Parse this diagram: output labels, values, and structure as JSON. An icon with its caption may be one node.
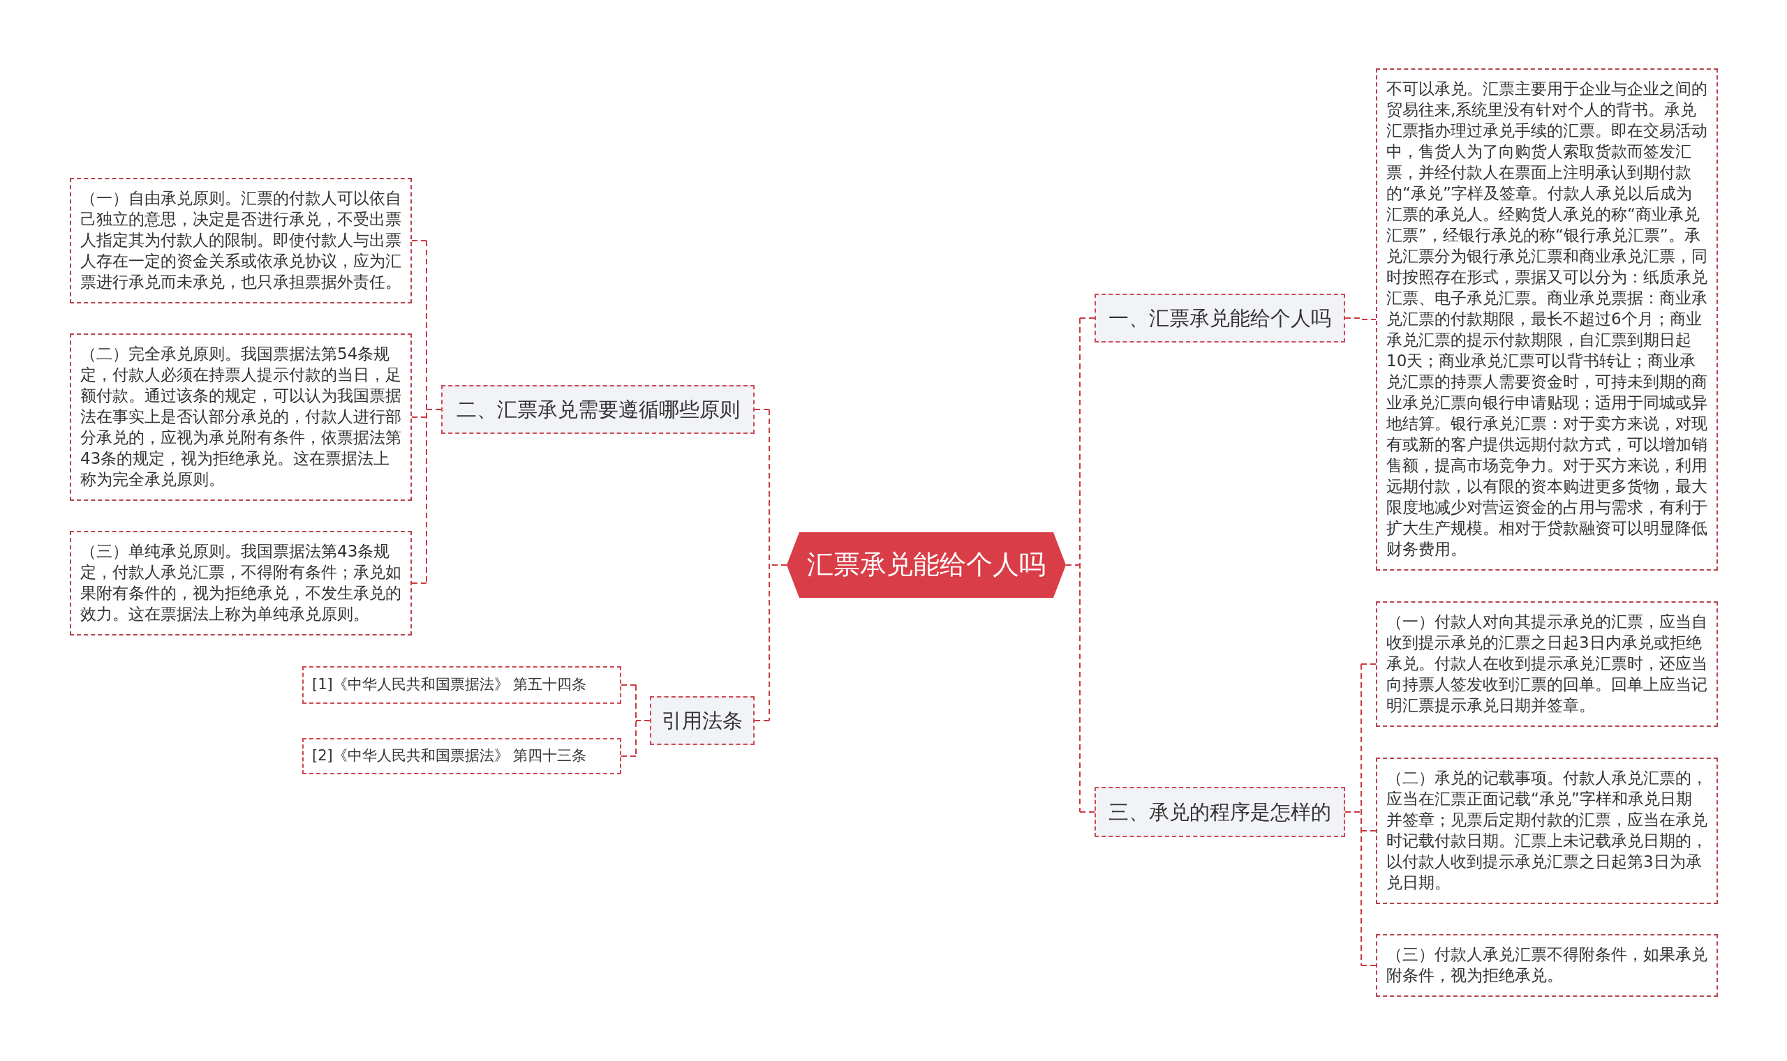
{
  "diagram": {
    "nodes": [
      {
        "text": [
          "汇票承兑能给个人吗"
        ]
      },
      {
        "text": [
          "一、汇票承兑能给个人吗"
        ]
      },
      {
        "text": [
          "不可以承兑。汇票主要用于企业与企业之间的贸易往来,系统里没有针对个人的背书。承兑汇票指办理过承兑手续的汇票。即在交易活动中，售货人为了向购货人索取货款而签发汇票，并经付款人在票面上注明承认到期付款的“承兑”字样及签章。付款人承兑以后成为汇票的承兑人。经购货人承兑的称“商业承兑汇票”，经银行承兑的称“银行承兑汇票”。承兑汇票分为银行承兑汇票和商业承兑汇票，同时按照存在形式，票据又可以分为：纸质承兑汇票、电子承兑汇票。商业承兑票据：商业承兑汇票的付款期限，最长不超过6个月；商业承兑汇票的提示付款期限，自汇票到期日起10天；商业承兑汇票可以背书转让；商业承兑汇票的持票人需要资金时，可持未到期的商业承兑汇票向银行申请贴现；适用于同城或异地结算。银行承兑汇票：对于卖方来说，对现有或新的客户提供远期付款方式，可以增加销售额，提高市场竞争力。对于买方来说，利用远期付款，以有限的资本购进更多货物，最大限度地减少对营运资金的占用与需求，有利于扩大生产规模。相对于贷款融资可以明显降低财务费用。"
        ]
      },
      {
        "text": [
          "二、汇票承兑需要遵循哪些原则"
        ]
      },
      {
        "text": [
          "（一）自由承兑原则。汇票的付款人可以依自己独立的意思，决定是否进行承兑，不受出票人指定其为付款人的限制。即使付款人与出票人存在一定的资金关系或依承兑协议，应为汇票进行承兑而未承兑，也只承担票据外责任。"
        ]
      },
      {
        "text": [
          "（二）完全承兑原则。我国票据法第54条规定，付款人必须在持票人提示付款的当日，足额付款。通过该条的规定，可以认为我国票据法在事实上是否认部分承兑的，付款人进行部分承兑的，应视为承兑附有条件，依票据法第43条的规定，视为拒绝承兑。这在票据法上称为完全承兑原则。"
        ]
      },
      {
        "text": [
          "（三）单纯承兑原则。我国票据法第43条规定，付款人承兑汇票，不得附有条件；承兑如果附有条件的，视为拒绝承兑，不发生承兑的效力。这在票据法上称为单纯承兑原则。"
        ]
      },
      {
        "text": [
          "引用法条"
        ]
      },
      {
        "text": [
          "[1]《中华人民共和国票据法》 第五十四条"
        ]
      },
      {
        "text": [
          "[2]《中华人民共和国票据法》 第四十三条"
        ]
      },
      {
        "text": [
          "三、承兑的程序是怎样的"
        ]
      },
      {
        "text": [
          "（一）付款人对向其提示承兑的汇票，应当自收到提示承兑的汇票之日起3日内承兑或拒绝承兑。付款人在收到提示承兑汇票时，还应当向持票人签发收到汇票的回单。回单上应当记明汇票提示承兑日期并签章。"
        ]
      },
      {
        "text": [
          "（二）承兑的记载事项。付款人承兑汇票的，应当在汇票正面记载“承兑”字样和承兑日期并签章；见票后定期付款的汇票，应当在承兑时记载付款日期。汇票上未记载承兑日期的，以付款人收到提示承兑汇票之日起第3日为承兑日期。"
        ]
      },
      {
        "text": [
          "（三）付款人承兑汇票不得附条件，如果承兑附条件，视为拒绝承兑。"
        ]
      }
    ],
    "edges": [
      {
        "from": 0,
        "to": 1,
        "arrow": "none",
        "style": "dashed"
      },
      {
        "from": 1,
        "to": 2,
        "arrow": "none",
        "style": "dashed"
      },
      {
        "from": 0,
        "to": 3,
        "arrow": "none",
        "style": "dashed"
      },
      {
        "from": 3,
        "to": 4,
        "arrow": "none",
        "style": "dashed"
      },
      {
        "from": 3,
        "to": 5,
        "arrow": "none",
        "style": "dashed"
      },
      {
        "from": 3,
        "to": 6,
        "arrow": "none",
        "style": "dashed"
      },
      {
        "from": 0,
        "to": 7,
        "arrow": "none",
        "style": "dashed"
      },
      {
        "from": 7,
        "to": 8,
        "arrow": "none",
        "style": "dashed"
      },
      {
        "from": 7,
        "to": 9,
        "arrow": "none",
        "style": "dashed"
      },
      {
        "from": 0,
        "to": 10,
        "arrow": "none",
        "style": "dashed"
      },
      {
        "from": 10,
        "to": 11,
        "arrow": "none",
        "style": "dashed"
      },
      {
        "from": 10,
        "to": 12,
        "arrow": "none",
        "style": "dashed"
      },
      {
        "from": 10,
        "to": 13,
        "arrow": "none",
        "style": "dashed"
      }
    ]
  }
}
